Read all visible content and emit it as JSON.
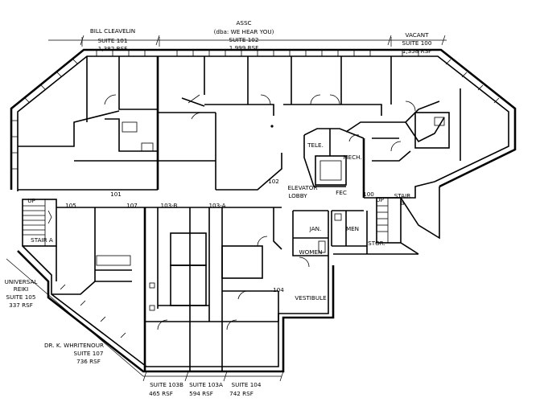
{
  "tenants": {
    "bill": {
      "name": "BILL CLEAVELIN",
      "suite": "SUITE 101",
      "area": "1,382 RSF"
    },
    "assc": {
      "name": "ASSC",
      "dba": "(dba: WE HEAR YOU)",
      "suite": "SUITE 102",
      "area": "1,999 RSF"
    },
    "vacant": {
      "name": "VACANT",
      "suite": "SUITE 100",
      "area": "1,358 RSF"
    },
    "universal": {
      "name1": "UNIVERSAL",
      "name2": "REIKI",
      "suite": "SUITE 105",
      "area": "337 RSF"
    },
    "whritenour": {
      "name": "DR. K. WHRITENOUR",
      "suite": "SUITE 107",
      "area": "736 RSF"
    },
    "s103b": {
      "suite": "SUITE 103B",
      "area": "465 RSF"
    },
    "s103a": {
      "suite": "SUITE 103A",
      "area": "594 RSF"
    },
    "s104": {
      "suite": "SUITE 104",
      "area": "742 RSF"
    }
  },
  "rooms": {
    "tele": "TELE.",
    "mech": "MECH.",
    "elevator": "ELEVATOR",
    "lobby": "LOBBY",
    "jan": "JAN.",
    "men": "MEN",
    "women": "WOMEN",
    "stor": "STOR.",
    "stair_a": "STAIR A",
    "stair_b1": "STAIR",
    "stair_b2": "B",
    "vestibule": "VESTIBULE",
    "fec": "FEC",
    "up": "UP"
  },
  "door_numbers": {
    "d100": "100",
    "d101": "101",
    "d102": "102",
    "d103a": "103-A",
    "d103b": "103-B",
    "d104": "104",
    "d105": "105",
    "d107": "107"
  }
}
